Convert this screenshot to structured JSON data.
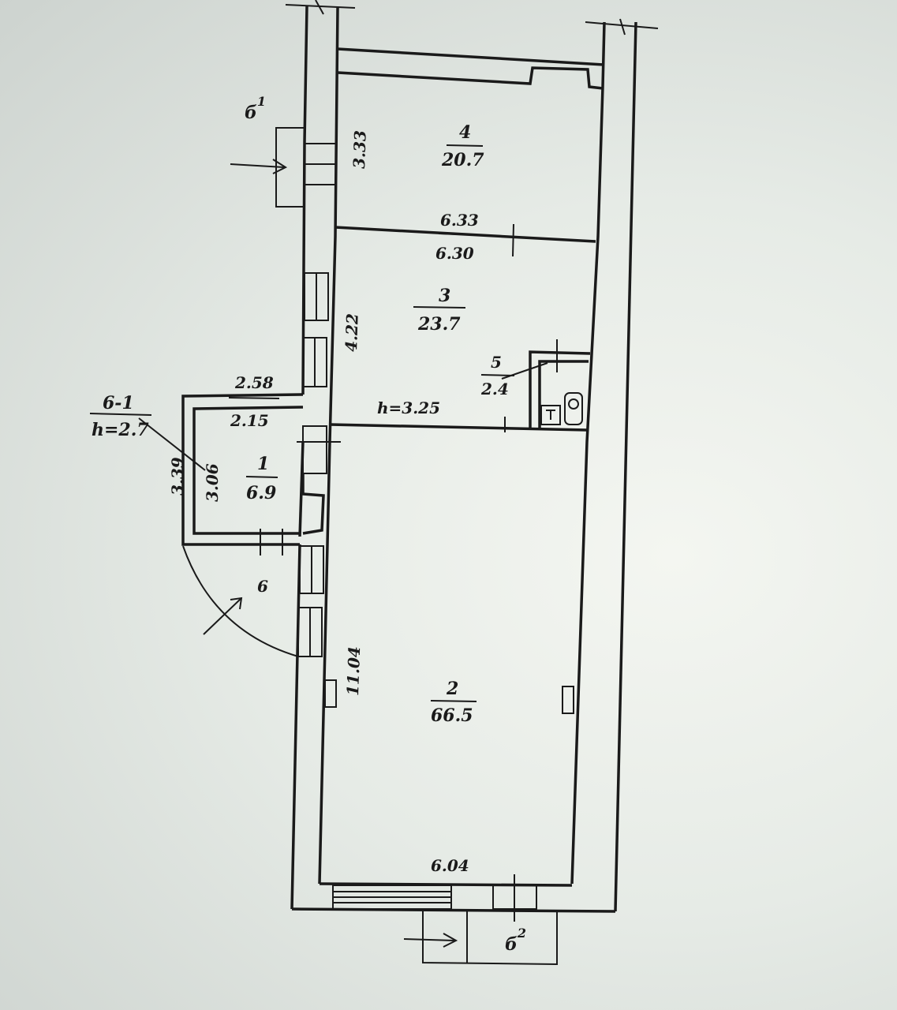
{
  "rooms": {
    "r4": {
      "num": "4",
      "area": "20.7"
    },
    "r3": {
      "num": "3",
      "area": "23.7"
    },
    "r5": {
      "num": "5",
      "area": "2.4"
    },
    "r1": {
      "num": "1",
      "area": "6.9"
    },
    "r2": {
      "num": "2",
      "area": "66.5"
    },
    "r6_1": {
      "num": "6-1",
      "height": "h=2.7"
    }
  },
  "dims": {
    "d333": "3.33",
    "d633": "6.33",
    "d630": "6.30",
    "d422": "4.22",
    "d258": "2.58",
    "d215": "2.15",
    "h325": "h=3.25",
    "d339": "3.39",
    "d306": "3.06",
    "d1104": "11.04",
    "d604": "6.04"
  },
  "entrances": {
    "e6_1": {
      "base": "б",
      "sup": "1"
    },
    "e6": {
      "label": "6"
    },
    "e6_2": {
      "base": "б",
      "sup": "2"
    }
  }
}
